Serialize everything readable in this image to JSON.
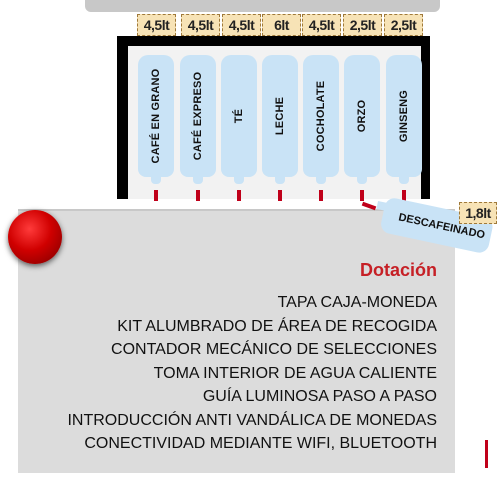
{
  "canisters": [
    {
      "label": "CAFÉ EN GRANO",
      "capacity": "4,5lt"
    },
    {
      "label": "CAFÉ EXPRESO",
      "capacity": "4,5lt"
    },
    {
      "label": "TÉ",
      "capacity": "4,5lt"
    },
    {
      "label": "LECHE",
      "capacity": "6lt"
    },
    {
      "label": "COCHOLATE",
      "capacity": "4,5lt"
    },
    {
      "label": "ORZO",
      "capacity": "2,5lt"
    },
    {
      "label": "GINSENG",
      "capacity": "2,5lt"
    }
  ],
  "decaf": {
    "label": "DESCAFEINADO",
    "capacity": "1,8lt"
  },
  "panel": {
    "title": "Dotación",
    "items": [
      "TAPA CAJA-MONEDA",
      "KIT ALUMBRADO DE ÁREA DE RECOGIDA",
      "CONTADOR MECÁNICO DE SELECCIONES",
      "TOMA INTERIOR DE AGUA CALIENTE",
      "GUÍA LUMINOSA PASO A PASO",
      "INTRODUCCIÓN ANTI VANDÁLICA DE MONEDAS",
      "CONECTIVIDAD MEDIANTE WIFI, BLUETOOTH"
    ]
  },
  "colors": {
    "canister": "#c9e3f6",
    "capacity_tag": "#f7e3b6",
    "accent_red": "#c62026",
    "panel_bg": "#dcdcdc"
  }
}
